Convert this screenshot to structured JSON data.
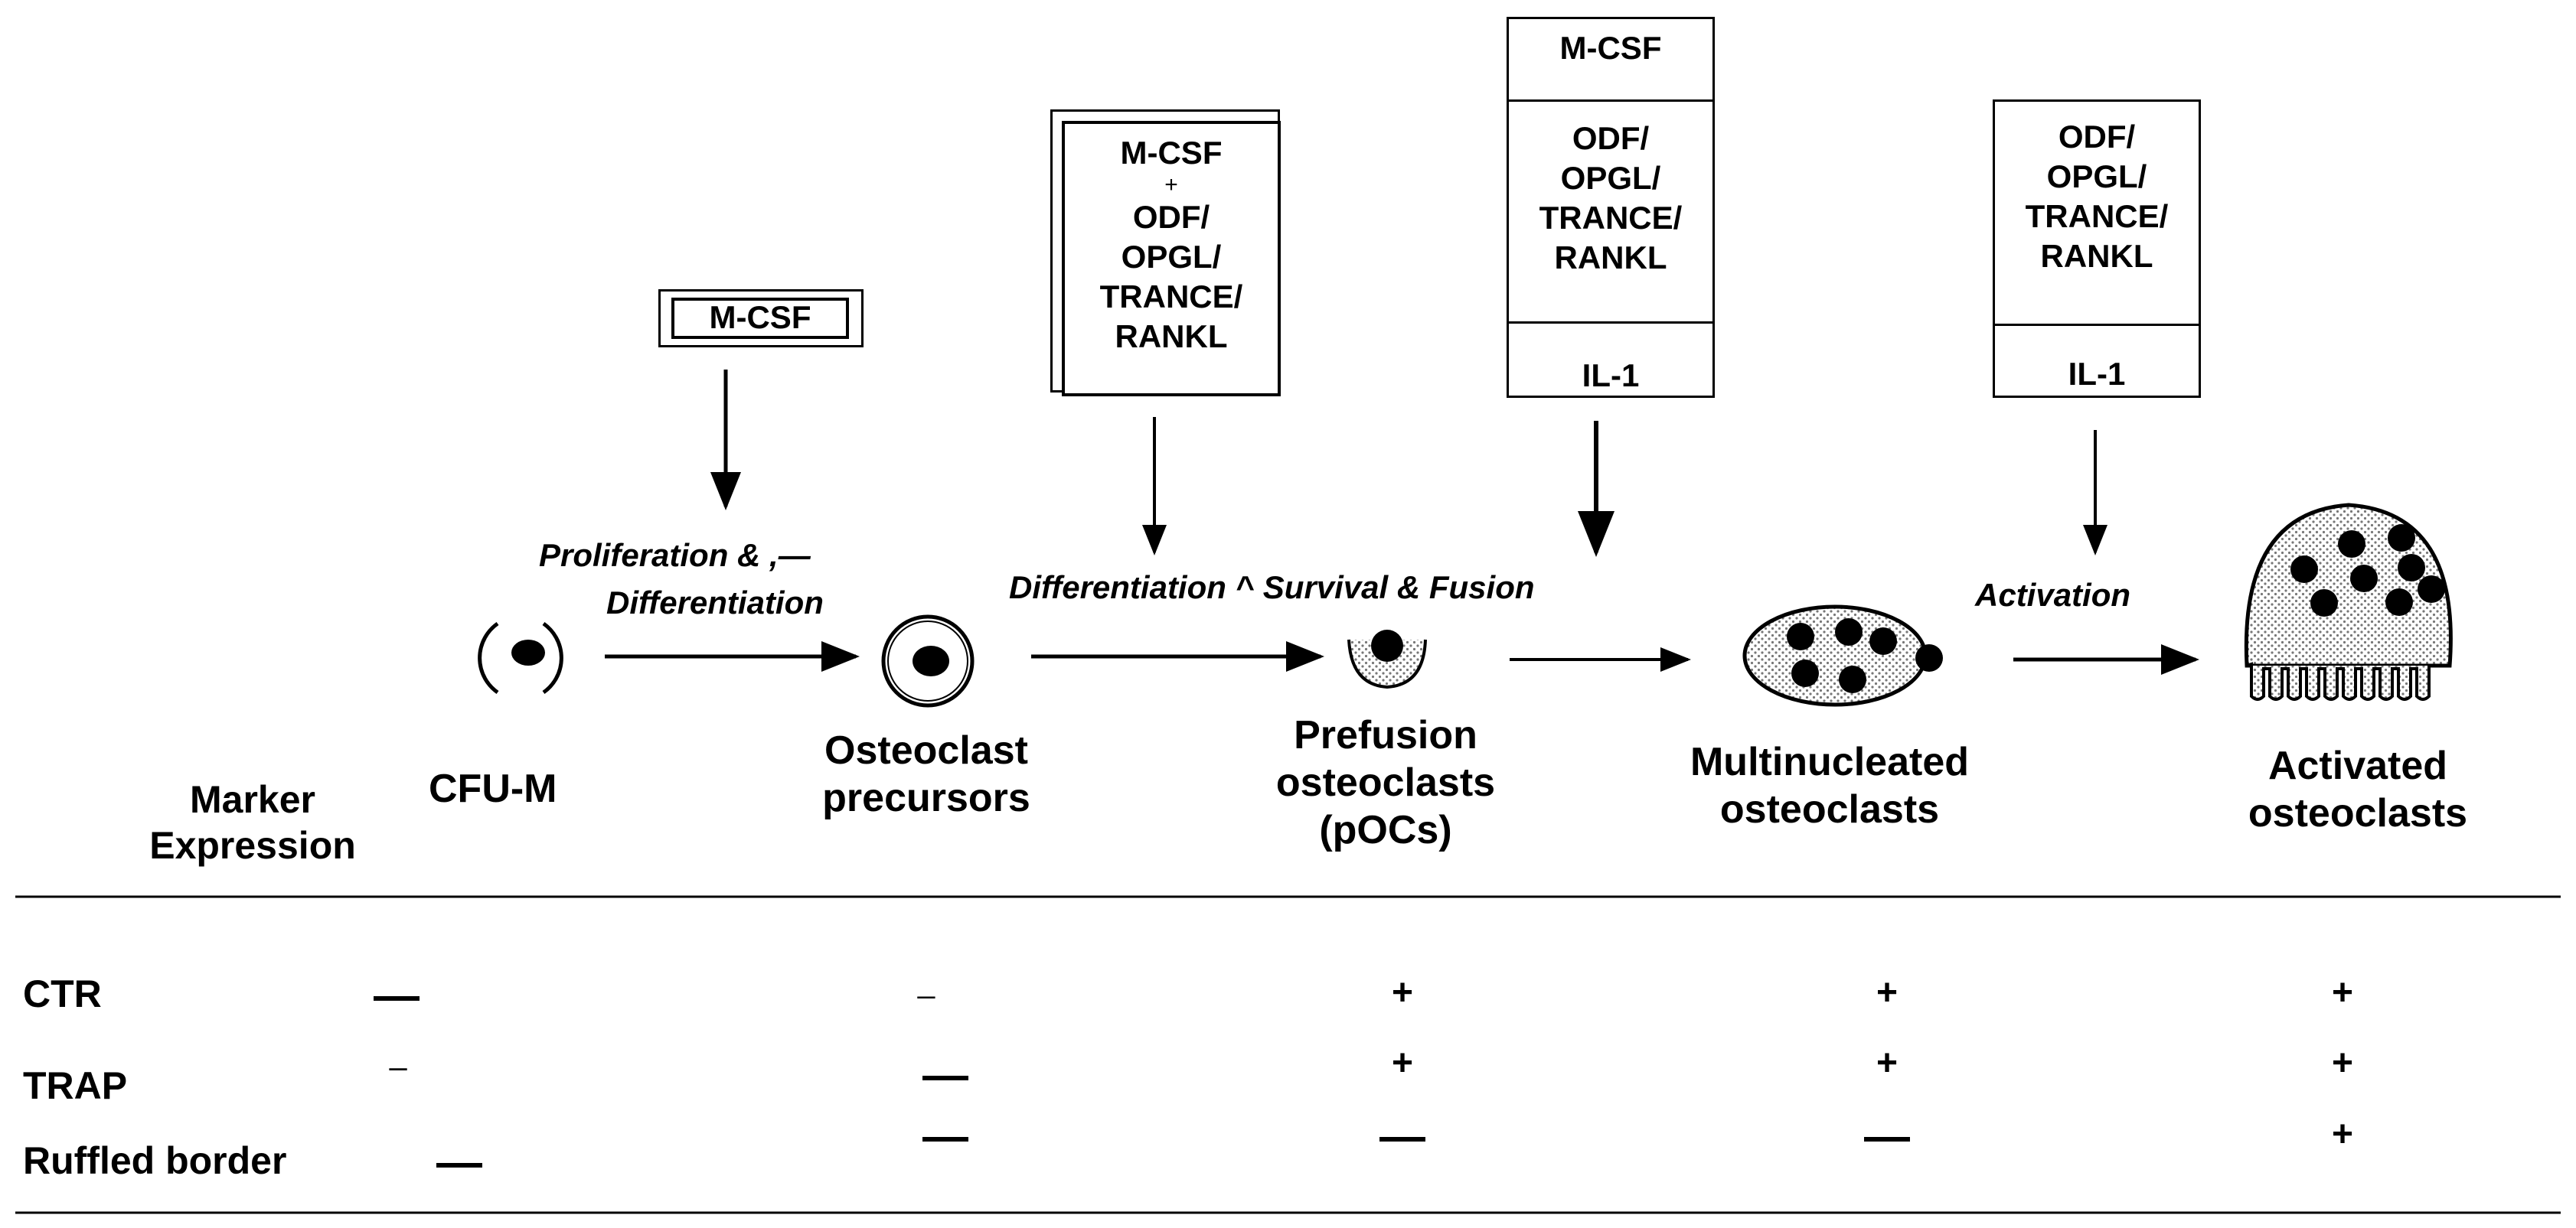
{
  "factors": {
    "box1": {
      "line1": "M-CSF"
    },
    "box2": {
      "line1": "M-CSF",
      "plus": "+",
      "line2": "ODF/",
      "line3": "OPGL/",
      "line4": "TRANCE/",
      "line5": "RANKL"
    },
    "box3": {
      "top": "M-CSF",
      "line1": "ODF/",
      "line2": "OPGL/",
      "line3": "TRANCE/",
      "line4": "RANKL",
      "bottom": "IL-1"
    },
    "box4": {
      "line1": "ODF/",
      "line2": "OPGL/",
      "line3": "TRANCE/",
      "line4": "RANKL",
      "bottom": "IL-1"
    }
  },
  "processes": {
    "p1_line1": "Proliferation & ,—",
    "p1_line2": "Differentiation",
    "p2": "Differentiation ^ Survival & Fusion",
    "p3": "Activation"
  },
  "stages": {
    "cfu": "CFU-M",
    "precursor_1": "Osteoclast",
    "precursor_2": "precursors",
    "prefusion_1": "Prefusion",
    "prefusion_2": "osteoclasts",
    "prefusion_3": "(pOCs)",
    "multi_1": "Multinucleated",
    "multi_2": "osteoclasts",
    "activated_1": "Activated",
    "activated_2": "osteoclasts"
  },
  "markers": {
    "header_1": "Marker",
    "header_2": "Expression",
    "rows": [
      {
        "label": "CTR",
        "values": [
          "—",
          "_",
          "+",
          "+",
          "+"
        ]
      },
      {
        "label": "TRAP",
        "values": [
          "–",
          "—",
          "+",
          "+",
          "+"
        ]
      },
      {
        "label": "Ruffled border",
        "values": [
          "—",
          "—",
          "—",
          "—",
          "+"
        ]
      }
    ]
  }
}
